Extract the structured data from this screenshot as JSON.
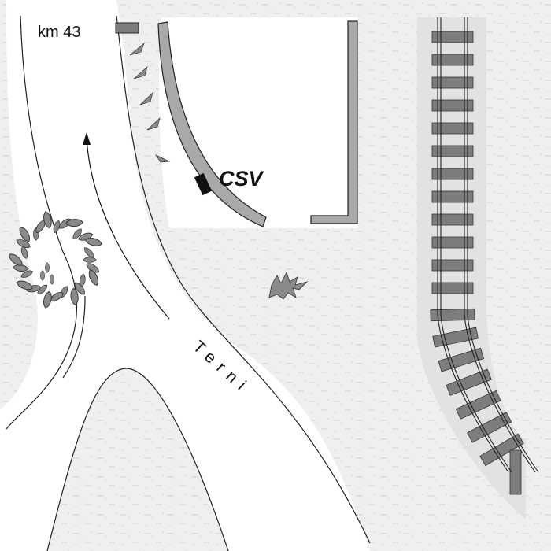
{
  "labels": {
    "km_marker": "km 43",
    "csv": "CSV",
    "road_name": "Terni"
  },
  "colors": {
    "background": "#ffffff",
    "ground": "#efefef",
    "outline": "#222222",
    "barrier_fill": "#a9a9a9",
    "tree_fill": "#8a8a8a",
    "rail_bed": "#e2e2e2",
    "sleeper": "#7d7d7d",
    "rail": "#ffffff",
    "csv_box": "#111111"
  },
  "icons": {
    "vegetation": "tree-cluster-icon",
    "shrub": "shrub-icon",
    "direction": "arrow-up-icon",
    "railway": "railway-track-icon",
    "km_sign": "km-sign-icon"
  }
}
